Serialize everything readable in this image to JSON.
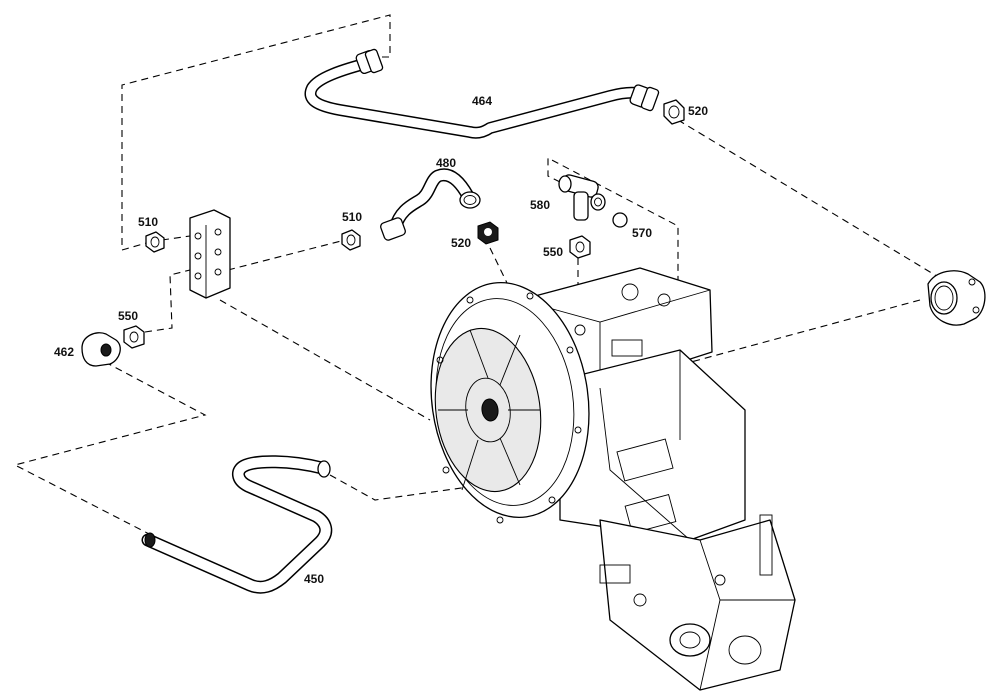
{
  "diagram": {
    "labels": {
      "p464": "464",
      "p520_top": "520",
      "p480": "480",
      "p580": "580",
      "p570": "570",
      "p520_mid": "520",
      "p550_mid": "550",
      "p510_left": "510",
      "p510_mid": "510",
      "p550_left": "550",
      "p462": "462",
      "p450": "450"
    }
  }
}
